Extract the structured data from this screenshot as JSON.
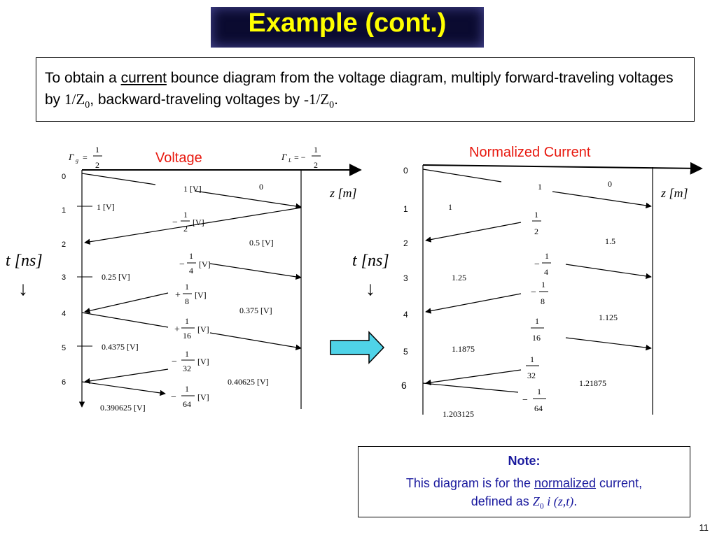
{
  "title": "Example (cont.)",
  "intro": {
    "part1": "To obtain a ",
    "underlined": "current",
    "part2": " bounce diagram from the voltage diagram, multiply forward-traveling voltages by ",
    "forward_factor": "1/Z",
    "sub0": "0",
    "part3": ", backward-traveling voltages by ",
    "backward_factor": "-1/Z",
    "sub0b": "0",
    "part4": "."
  },
  "voltage_diagram": {
    "heading": "Voltage",
    "gamma_g": {
      "symbol": "Γ",
      "sub": "g",
      "rhs": "= ",
      "num": "1",
      "den": "2"
    },
    "gamma_L": {
      "symbol": "Γ",
      "sub": "L",
      "rhs": "= −",
      "num": "1",
      "den": "2"
    },
    "z_axis_label": "z [m]",
    "t_axis_label": "t [ns]",
    "down_arrow": "↓",
    "time_ticks": [
      "0",
      "1",
      "2",
      "3",
      "4",
      "5",
      "6"
    ],
    "left_values": [
      "1 [V]",
      "0.25 [V]",
      "0.4375 [V]",
      "0.390625 [V]"
    ],
    "right_values": [
      "0",
      "0.5 [V]",
      "0.375 [V]",
      "0.40625 [V]"
    ],
    "wave_labels": [
      {
        "text": "1 [V]"
      },
      {
        "sign": "−",
        "num": "1",
        "den": "2",
        "unit": "[V]"
      },
      {
        "sign": "−",
        "num": "1",
        "den": "4",
        "unit": "[V]"
      },
      {
        "sign": "+",
        "num": "1",
        "den": "8",
        "unit": "[V]"
      },
      {
        "sign": "+",
        "num": "1",
        "den": "16",
        "unit": "[V]"
      },
      {
        "sign": "−",
        "num": "1",
        "den": "32",
        "unit": "[V]"
      },
      {
        "sign": "−",
        "num": "1",
        "den": "64",
        "unit": "[V]"
      }
    ]
  },
  "current_diagram": {
    "heading": "Normalized Current",
    "z_axis_label": "z [m]",
    "t_axis_label": "t [ns]",
    "down_arrow": "↓",
    "time_ticks": [
      "0",
      "1",
      "2",
      "3",
      "4",
      "5",
      "6"
    ],
    "left_values": [
      "1",
      "1.25",
      "1.1875",
      "1.203125"
    ],
    "right_values": [
      "0",
      "1.5",
      "1.125",
      "1.21875"
    ],
    "wave_labels": [
      {
        "text": "1"
      },
      {
        "sign": "",
        "num": "1",
        "den": "2"
      },
      {
        "sign": "−",
        "num": "1",
        "den": "4"
      },
      {
        "sign": "−",
        "num": "1",
        "den": "8"
      },
      {
        "sign": "",
        "num": "1",
        "den": "16"
      },
      {
        "sign": "",
        "num": "1",
        "den": "32"
      },
      {
        "sign": "−",
        "num": "1",
        "den": "64"
      }
    ]
  },
  "colors": {
    "title_bg": "#0b0b30",
    "title_text": "#ffff00",
    "heading_red": "#e8190f",
    "note_blue": "#1a1a9e",
    "arrow_fill": "#4fd3e8",
    "line": "#000000"
  },
  "note": {
    "title": "Note:",
    "line1_before": "This diagram is for the ",
    "line1_underlined": "normalized",
    "line1_after": " current,",
    "line2_before": "defined as  ",
    "line2_math": "Z",
    "line2_sub": "0",
    "line2_math2": " i (z,t)",
    "line2_after": "."
  },
  "page_number": "11"
}
